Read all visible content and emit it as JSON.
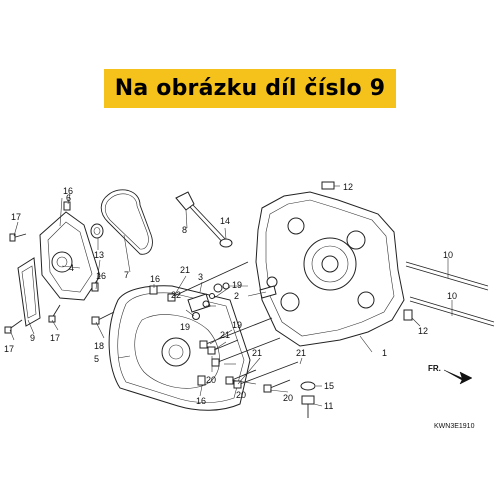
{
  "banner": {
    "text": "Na obrázku díl číslo 9"
  },
  "callouts": {
    "c1": "1",
    "c2": "2",
    "c3": "3",
    "c4": "4",
    "c5": "5",
    "c6": "6",
    "c7": "7",
    "c8": "8",
    "c9": "9",
    "c10a": "10",
    "c10b": "10",
    "c11": "11",
    "c12a": "12",
    "c12b": "12",
    "c13": "13",
    "c14": "14",
    "c15": "15",
    "c16a": "16",
    "c16b": "16",
    "c16c": "16",
    "c16d": "16",
    "c17a": "17",
    "c17b": "17",
    "c17c": "17",
    "c18": "18",
    "c19a": "19",
    "c19b": "19",
    "c19c": "19",
    "c20a": "20",
    "c20b": "20",
    "c20c": "20",
    "c21a": "21",
    "c21b": "21",
    "c21c": "21",
    "c21d": "21",
    "c22": "22"
  },
  "direction_label": "FR.",
  "diagram_code": "KWN3E1910"
}
